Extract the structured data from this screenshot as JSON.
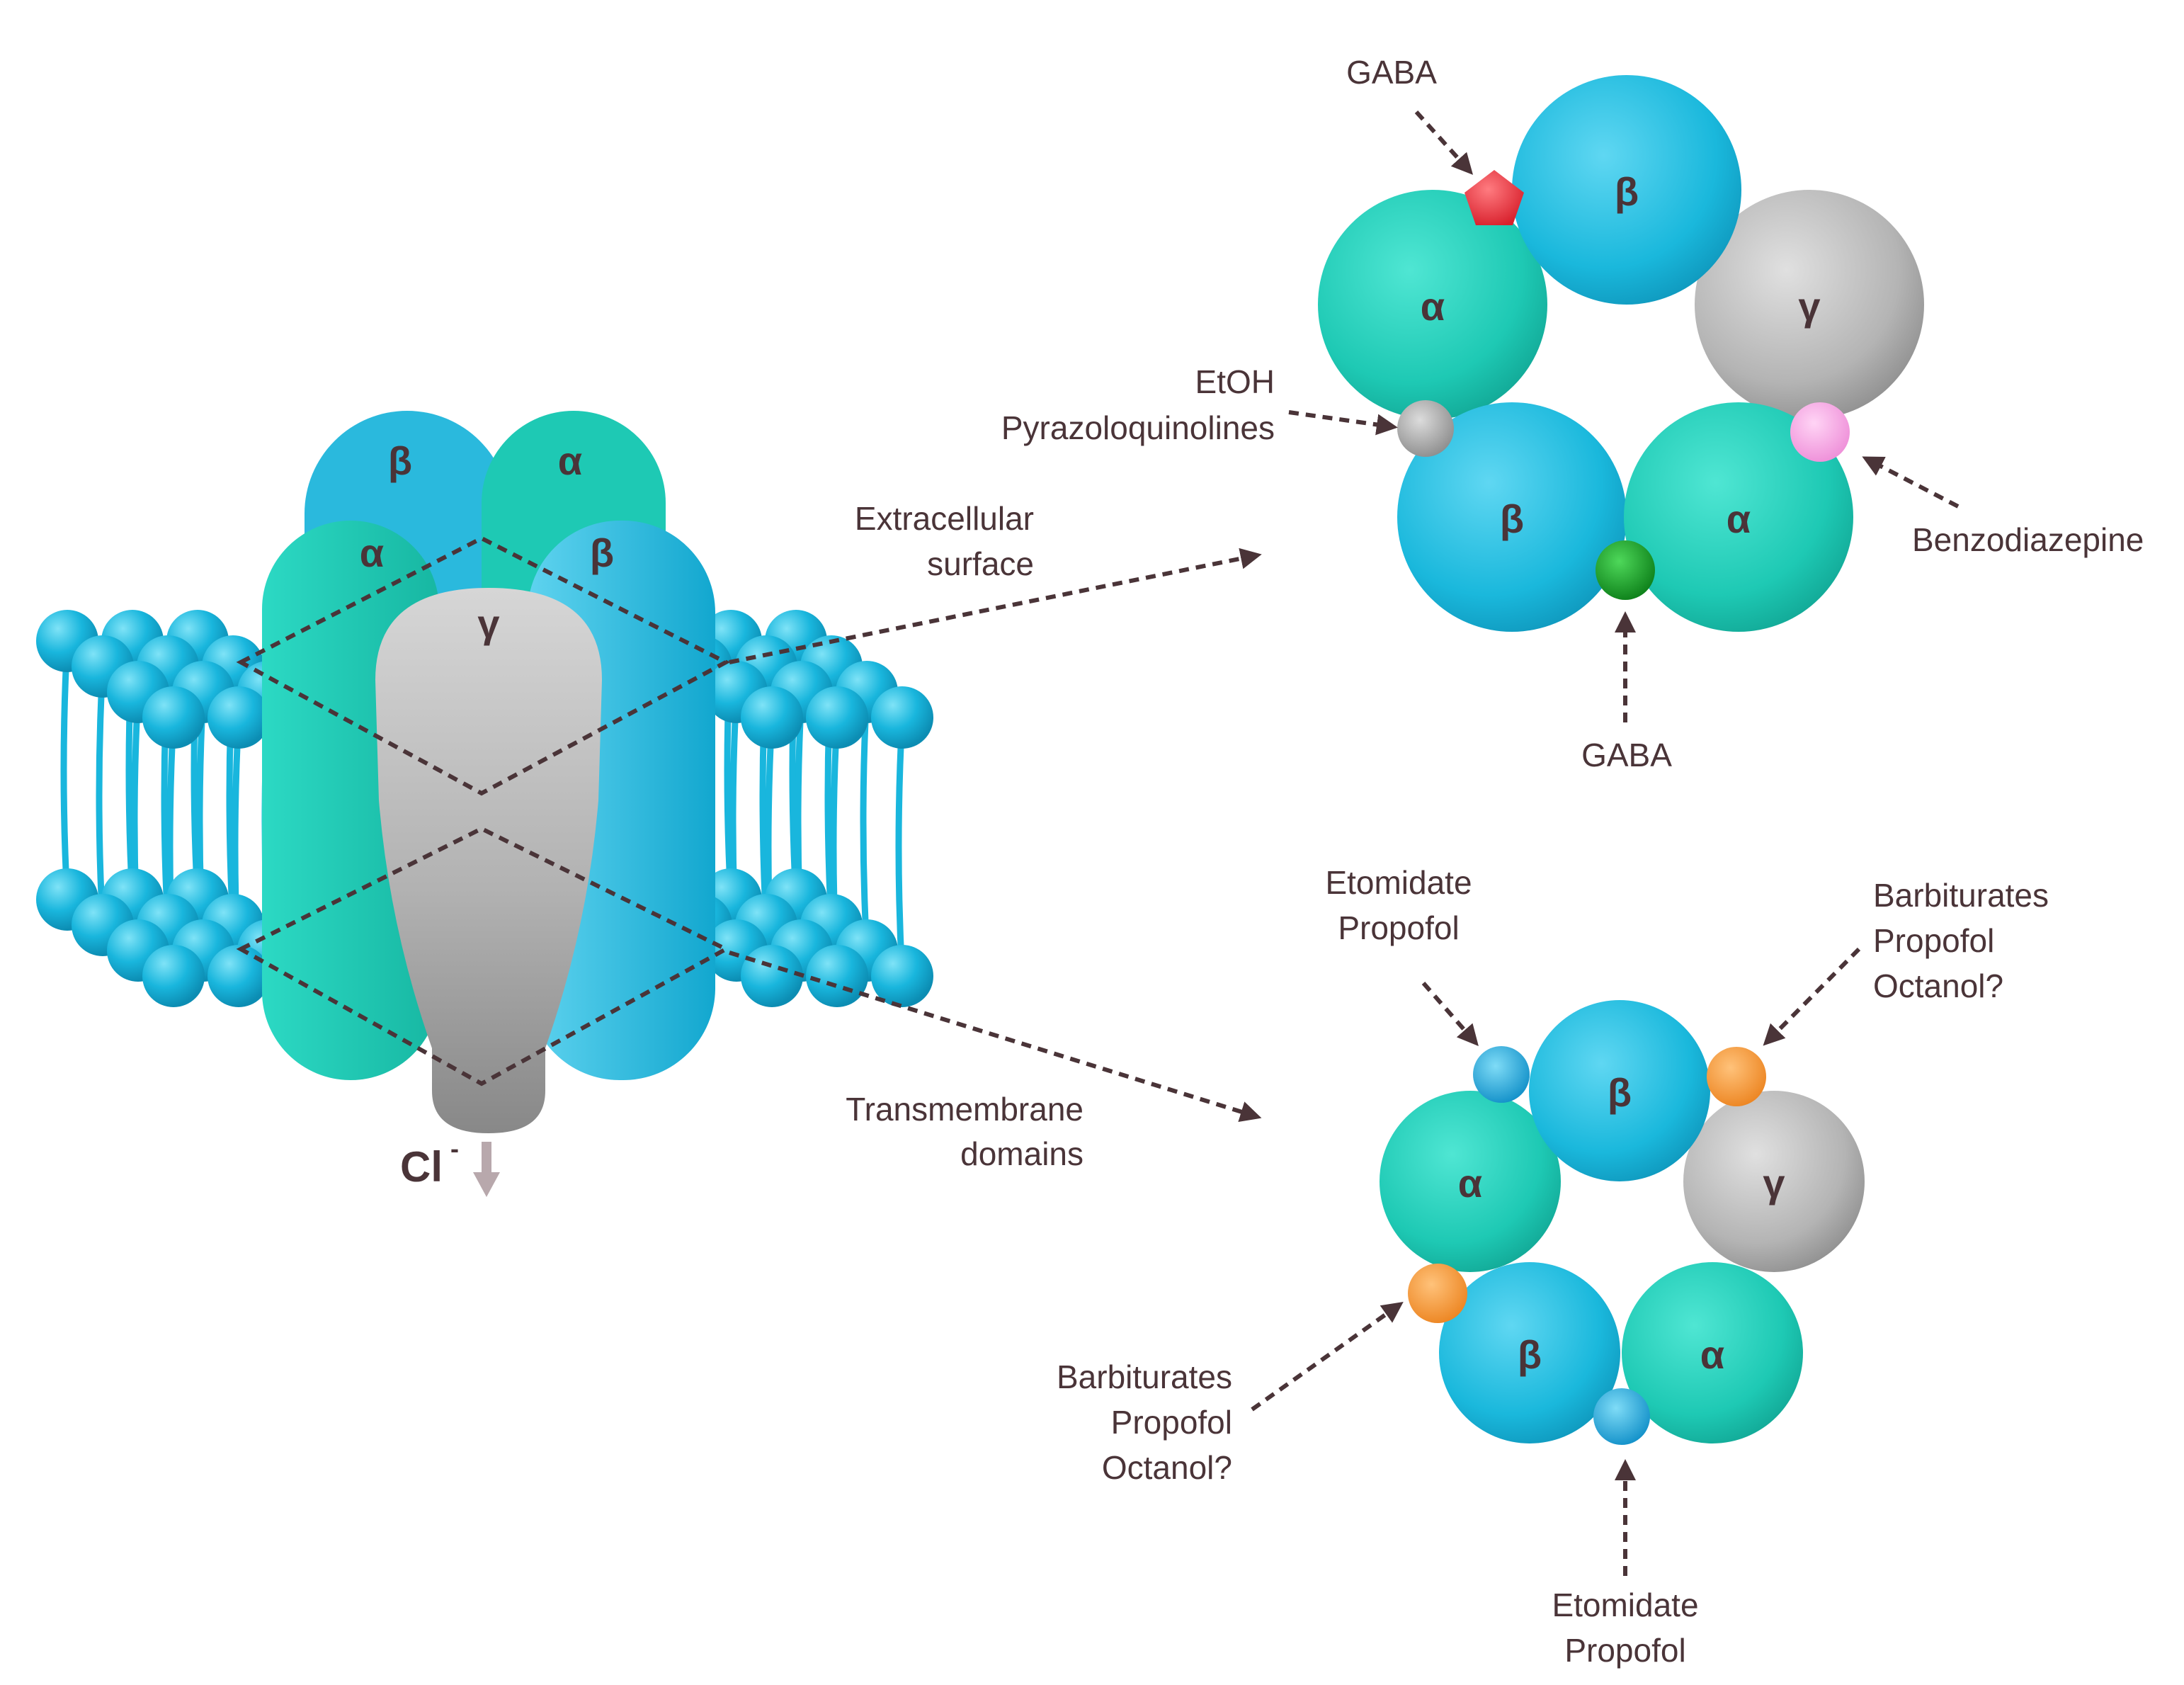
{
  "subunits": {
    "alpha": "α",
    "beta": "β",
    "gamma": "γ"
  },
  "ion": {
    "symbol": "Cl",
    "charge": "-"
  },
  "regions": {
    "extracellular": [
      "Extracellular",
      "surface"
    ],
    "transmembrane": [
      "Transmembrane",
      "domains"
    ]
  },
  "extracellular_ring": {
    "top_ligand": "GABA",
    "bottom_ligand": "GABA",
    "left_site": [
      "EtOH",
      "Pyrazoloquinolines"
    ],
    "right_site": "Benzodiazepine"
  },
  "transmembrane_ring": {
    "top_left_site": [
      "Etomidate",
      "Propofol"
    ],
    "top_right_site": [
      "Barbiturates",
      "Propofol",
      "Octanol?"
    ],
    "left_site": [
      "Barbiturates",
      "Propofol",
      "Octanol?"
    ],
    "bottom_site": [
      "Etomidate",
      "Propofol"
    ]
  },
  "colors": {
    "alpha": "#1ec9b4",
    "beta": "#1ab8dc",
    "gamma": "#b0b0b0",
    "gaba": "#e8303a",
    "etoh": "#a8a8a8",
    "benzodiazepine": "#f29ce0",
    "gaba_site": "#14a020",
    "orange_site": "#f39530",
    "blue_site": "#1aa8e0",
    "text": "#4a3438"
  }
}
